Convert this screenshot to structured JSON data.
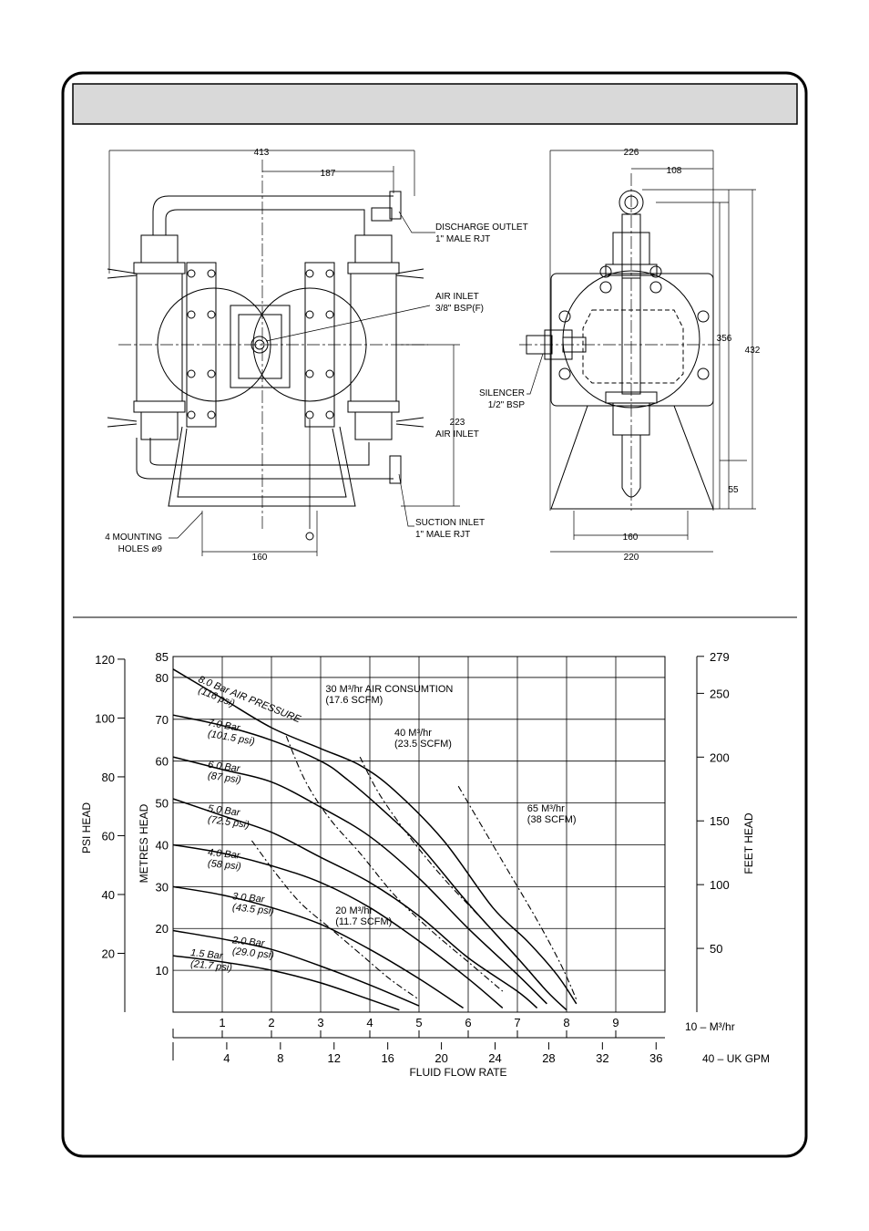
{
  "pump_drawing": {
    "dims": {
      "overall_width": "413",
      "discharge_offset": "187",
      "base_width_front": "160",
      "air_inlet_height": "223",
      "air_inlet_label": "AIR INLET",
      "side_width": "226",
      "side_half": "108",
      "side_base_inner": "160",
      "side_base_outer": "220",
      "height_356": "356",
      "height_432": "432",
      "height_55": "55"
    },
    "callouts": {
      "discharge_line1": "DISCHARGE OUTLET",
      "discharge_line2": "1\" MALE RJT",
      "air_line1": "AIR INLET",
      "air_line2": "3/8\" BSP(F)",
      "silencer_line1": "SILENCER",
      "silencer_line2": "1/2\" BSP",
      "mount_line1": "4 MOUNTING",
      "mount_line2": "HOLES ø9",
      "suction_line1": "SUCTION INLET",
      "suction_line2": "1\" MALE RJT"
    }
  },
  "chart_data": {
    "type": "line",
    "xlabel": "FLUID FLOW RATE",
    "ylabel_left": "METRES HEAD",
    "ylabel_psi": "PSI HEAD",
    "ylabel_right": "FEET HEAD",
    "x_unit_m3": "10 – M³/hr",
    "x_unit_gpm": "40 – UK GPM",
    "xlim": [
      0,
      10
    ],
    "ylim": [
      0,
      85
    ],
    "x_ticks_m3": [
      "1",
      "2",
      "3",
      "4",
      "5",
      "6",
      "7",
      "8",
      "9"
    ],
    "x_ticks_gpm": [
      "4",
      "8",
      "12",
      "16",
      "20",
      "24",
      "28",
      "32",
      "36"
    ],
    "gpm_values": [
      4,
      8,
      12,
      16,
      20,
      24,
      28,
      32,
      36
    ],
    "y_ticks_m": [
      "10",
      "20",
      "30",
      "40",
      "50",
      "60",
      "70",
      "80",
      "85"
    ],
    "y_values_m": [
      10,
      20,
      30,
      40,
      50,
      60,
      70,
      80,
      85
    ],
    "y_ticks_psi": [
      "20",
      "40",
      "60",
      "80",
      "100",
      "120"
    ],
    "psi_values": [
      20,
      40,
      60,
      80,
      100,
      120
    ],
    "y_ticks_ft": [
      "50",
      "100",
      "150",
      "200",
      "250",
      "279"
    ],
    "ft_values": [
      50,
      100,
      150,
      200,
      250,
      279
    ],
    "pressure_curves": [
      {
        "label1": "8.0 Bar AIR PRESSURE",
        "label2": "(116 psi)",
        "lx": 0.5,
        "ly": 79,
        "rot": 22,
        "points": [
          [
            0,
            82
          ],
          [
            1,
            75
          ],
          [
            2,
            68
          ],
          [
            3,
            63
          ],
          [
            3.8,
            59
          ],
          [
            4.5,
            53
          ],
          [
            5.5,
            41
          ],
          [
            6.5,
            25
          ],
          [
            7.2,
            17
          ],
          [
            7.8,
            9
          ],
          [
            8.2,
            2
          ]
        ]
      },
      {
        "label1": "7.0 Bar",
        "label2": "(101.5 psi)",
        "lx": 0.7,
        "ly": 68.5,
        "rot": 10,
        "points": [
          [
            0,
            71
          ],
          [
            1,
            68.5
          ],
          [
            2,
            65
          ],
          [
            3,
            60
          ],
          [
            3.5,
            56
          ],
          [
            4.2,
            49
          ],
          [
            5,
            40
          ],
          [
            6,
            26
          ],
          [
            7,
            13
          ],
          [
            7.6,
            5
          ],
          [
            8,
            0.5
          ]
        ]
      },
      {
        "label1": "6.0 Bar",
        "label2": "(87 psi)",
        "lx": 0.7,
        "ly": 58.5,
        "rot": 8,
        "points": [
          [
            0,
            61
          ],
          [
            1,
            58
          ],
          [
            2,
            55
          ],
          [
            3,
            49
          ],
          [
            4,
            42
          ],
          [
            5,
            32
          ],
          [
            6,
            20
          ],
          [
            7,
            9
          ],
          [
            7.6,
            2
          ]
        ]
      },
      {
        "label1": "5.0 Bar",
        "label2": "(72.5 psi)",
        "lx": 0.7,
        "ly": 48,
        "rot": 8,
        "points": [
          [
            0,
            51
          ],
          [
            1,
            47
          ],
          [
            2,
            43
          ],
          [
            3,
            37
          ],
          [
            4,
            31
          ],
          [
            5,
            23
          ],
          [
            6,
            13
          ],
          [
            7,
            5
          ],
          [
            7.4,
            1
          ]
        ]
      },
      {
        "label1": "4.0 Bar",
        "label2": "(58 psi)",
        "lx": 0.7,
        "ly": 37.5,
        "rot": 6,
        "points": [
          [
            0,
            40
          ],
          [
            1,
            38
          ],
          [
            2,
            35
          ],
          [
            3,
            31
          ],
          [
            4,
            25
          ],
          [
            5,
            17
          ],
          [
            6,
            8
          ],
          [
            6.7,
            1
          ]
        ]
      },
      {
        "label1": "3.0 Bar",
        "label2": "(43.5 psi)",
        "lx": 1.2,
        "ly": 27,
        "rot": 6,
        "points": [
          [
            0,
            30
          ],
          [
            1,
            28
          ],
          [
            2,
            25
          ],
          [
            3,
            21
          ],
          [
            4,
            15
          ],
          [
            5,
            8
          ],
          [
            5.9,
            1
          ]
        ]
      },
      {
        "label1": "2.0 Bar",
        "label2": "(29.0 psi)",
        "lx": 1.2,
        "ly": 16.5,
        "rot": 6,
        "points": [
          [
            0,
            19.5
          ],
          [
            1,
            17.5
          ],
          [
            2,
            15
          ],
          [
            3,
            11
          ],
          [
            4,
            6.5
          ],
          [
            5,
            1.5
          ]
        ]
      },
      {
        "label1": "1.5 Bar",
        "label2": "(21.7 psi)",
        "lx": 0.35,
        "ly": 13.5,
        "rot": 6,
        "points": [
          [
            0,
            13.5
          ],
          [
            1,
            12
          ],
          [
            2,
            10
          ],
          [
            3,
            7
          ],
          [
            4,
            3
          ],
          [
            4.6,
            0.5
          ]
        ]
      }
    ],
    "air_consumption_curves": [
      {
        "label1": "30 M³/hr AIR CONSUMTION",
        "label2": "(17.6 SCFM)",
        "lx": 3.1,
        "ly": 76.5,
        "points": [
          [
            2.3,
            66
          ],
          [
            2.7,
            55
          ],
          [
            3.2,
            46
          ],
          [
            3.8,
            38
          ],
          [
            4.5,
            28
          ],
          [
            5.2,
            20
          ],
          [
            6,
            12
          ],
          [
            6.7,
            5
          ]
        ]
      },
      {
        "label1": "40 M³/hr",
        "label2": "(23.5 SCFM)",
        "lx": 4.5,
        "ly": 66,
        "points": [
          [
            3.8,
            61
          ],
          [
            4.2,
            52
          ],
          [
            4.8,
            42
          ],
          [
            5.5,
            32
          ],
          [
            6.3,
            22
          ],
          [
            7,
            13
          ],
          [
            7.6,
            5
          ]
        ]
      },
      {
        "label1": "65 M³/hr",
        "label2": "(38 SCFM)",
        "lx": 7.2,
        "ly": 48,
        "points": [
          [
            5.8,
            54
          ],
          [
            6.3,
            44
          ],
          [
            6.8,
            34
          ],
          [
            7.4,
            22
          ],
          [
            7.9,
            11
          ],
          [
            8.2,
            3
          ]
        ]
      },
      {
        "label1": "20 M³/hr",
        "label2": "(11.7 SCFM)",
        "lx": 3.3,
        "ly": 23.5,
        "points": [
          [
            1.6,
            41
          ],
          [
            2.1,
            33
          ],
          [
            2.6,
            26
          ],
          [
            3.2,
            20
          ],
          [
            3.8,
            14
          ],
          [
            4.4,
            8
          ],
          [
            5,
            3
          ]
        ]
      }
    ]
  }
}
